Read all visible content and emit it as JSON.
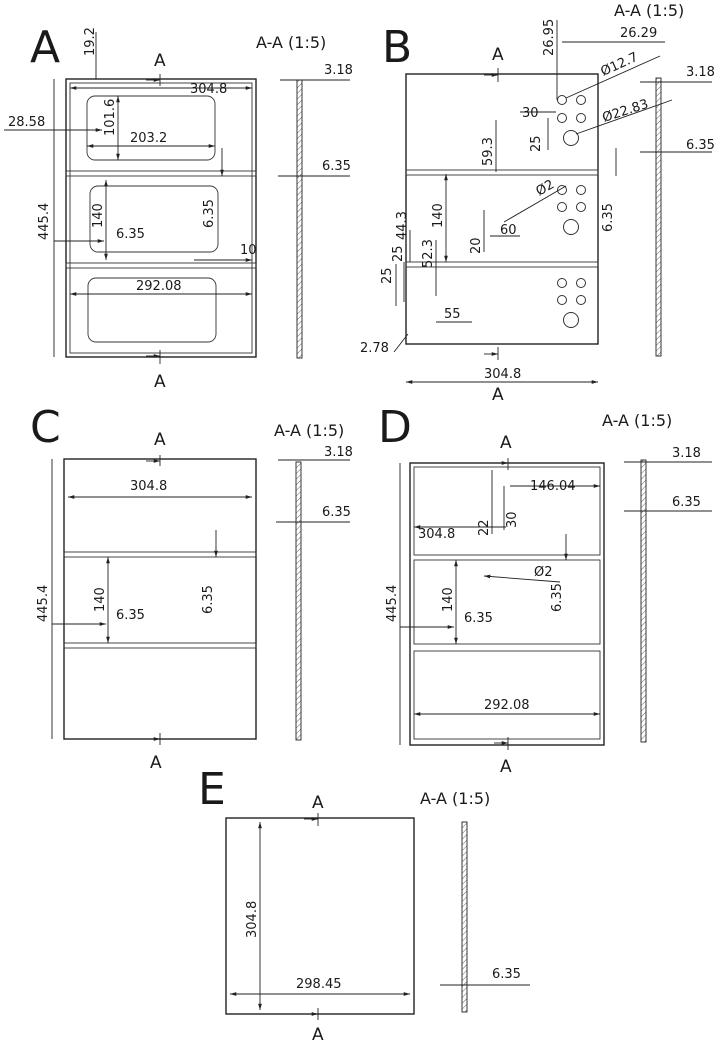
{
  "panels": {
    "A": {
      "letter": "A",
      "section_title": "A-A (1:5)",
      "cut_label": "A",
      "dims": {
        "top_offset": "19.2",
        "width": "304.8",
        "left_offset": "28.58",
        "window_height": "101.6",
        "window_width": "203.2",
        "height": "445.4",
        "shelf_opening": "140",
        "inner_offset": "6.35",
        "shelf_thickness": "6.35",
        "gap": "10",
        "lower_window_width": "292.08",
        "sec_top": "3.18",
        "sec_mid": "6.35"
      }
    },
    "B": {
      "letter": "B",
      "section_title": "A-A (1:5)",
      "cut_label": "A",
      "dims": {
        "h_26_95": "26.95",
        "h_26_29": "26.29",
        "d_12_7": "Ø12.7",
        "d_22_83": "Ø22.83",
        "v_30": "30",
        "v_25": "25",
        "v_59_3": "59.3",
        "d_2": "Ø2",
        "v_140": "140",
        "v_44_3": "44.3",
        "v_52_3": "52.3",
        "v_25a": "25",
        "v_25b": "25",
        "v_20": "20",
        "h_60": "60",
        "h_55": "55",
        "v_2_78": "2.78",
        "width": "304.8",
        "shelf_thickness": "6.35",
        "sec_top": "3.18",
        "sec_mid": "6.35"
      }
    },
    "C": {
      "letter": "C",
      "section_title": "A-A (1:5)",
      "cut_label": "A",
      "dims": {
        "width": "304.8",
        "height": "445.4",
        "shelf_opening": "140",
        "inner_offset": "6.35",
        "shelf_thickness": "6.35",
        "sec_top": "3.18",
        "sec_mid": "6.35"
      }
    },
    "D": {
      "letter": "D",
      "section_title": "A-A (1:5)",
      "cut_label": "A",
      "dims": {
        "h_146_04": "146.04",
        "width": "304.8",
        "v_22": "22",
        "v_30": "30",
        "d_2": "Ø2",
        "shelf_thickness": "6.35",
        "height": "445.4",
        "shelf_opening": "140",
        "inner_offset": "6.35",
        "lower_width": "292.08",
        "sec_top": "3.18",
        "sec_mid": "6.35"
      }
    },
    "E": {
      "letter": "E",
      "section_title": "A-A (1:5)",
      "cut_label": "A",
      "dims": {
        "height": "304.8",
        "width": "298.45",
        "thickness": "6.35"
      }
    }
  }
}
